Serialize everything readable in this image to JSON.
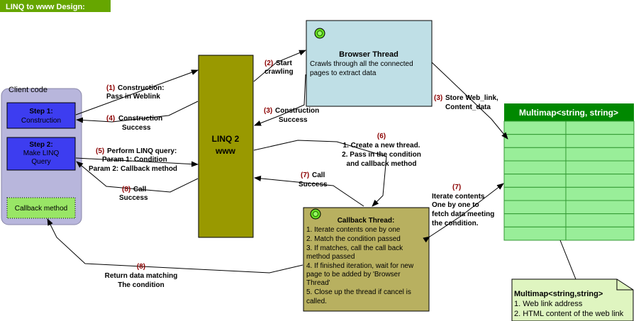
{
  "title": "LINQ to www Design:",
  "colors": {
    "title_bg": "#66a600",
    "client_bg": "#b8b6dc",
    "step_bg": "#3d3df0",
    "callback_method_bg": "#99e666",
    "linq_bg": "#999900",
    "browser_bg": "#bfdfe6",
    "callback_thread_bg": "#b8b060",
    "multimap_header": "#008800",
    "multimap_cell": "#99ee99",
    "note_bg": "#dff5c0"
  },
  "client": {
    "label": "Client code",
    "step1": [
      "Step 1:",
      "Construction"
    ],
    "step2": [
      "Step 2:",
      "Make LINQ",
      "Query"
    ],
    "callback_method": "Callback method"
  },
  "linq": [
    "LINQ 2",
    "www"
  ],
  "browser": {
    "title": "Browser Thread",
    "desc": [
      "Crawls through all the connected",
      "pages to extract data"
    ]
  },
  "callback_thread": {
    "title": "Callback Thread:",
    "lines": [
      "1. Iterate contents one by one",
      "2. Match the condition passed",
      "3. If matches, call the call back",
      "method passed",
      "4. If finished iteration, wait for new",
      "page to be added by 'Browser",
      "Thread'",
      "5. Close up the thread if cancel is",
      "called."
    ]
  },
  "multimap": {
    "header": "Multimap<string, string>",
    "rows": 9
  },
  "note": {
    "title": "Multimap<string,string>",
    "lines": [
      "1. Web link address",
      "2. HTML content of the web link"
    ]
  },
  "labels": {
    "a1": {
      "num": "(1)",
      "text": [
        "Construction:",
        "Pass in Weblink"
      ]
    },
    "a4": {
      "num": "(4)",
      "text": [
        "Construction",
        "Success"
      ]
    },
    "a5": {
      "num": "(5)",
      "text": [
        "Perform LINQ query:",
        "Param 1: Condition",
        "Param 2: Callback method"
      ]
    },
    "a8a": {
      "num": "(8)",
      "text": [
        "Call",
        "Success"
      ]
    },
    "a2": {
      "num": "(2)",
      "text": [
        "Start",
        "crawling"
      ]
    },
    "a3a": {
      "num": "(3)",
      "text": [
        "Construction",
        "Success"
      ]
    },
    "a3b": {
      "num": "(3)",
      "text": [
        "Store Web_link,",
        "Content_data"
      ]
    },
    "a6": {
      "num": "(6)",
      "text": [
        "1. Create a new thread.",
        "2. Pass in the condition",
        "and callback method"
      ]
    },
    "a7a": {
      "num": "(7)",
      "text": [
        "Call",
        "Success"
      ]
    },
    "a7b": {
      "num": "(7)",
      "text": [
        "Iterate contents",
        "One by one to",
        "fetch data meeting",
        "the condition."
      ]
    },
    "a8b": {
      "num": "(8)",
      "text": [
        "Return data matching",
        "The condition"
      ]
    }
  }
}
